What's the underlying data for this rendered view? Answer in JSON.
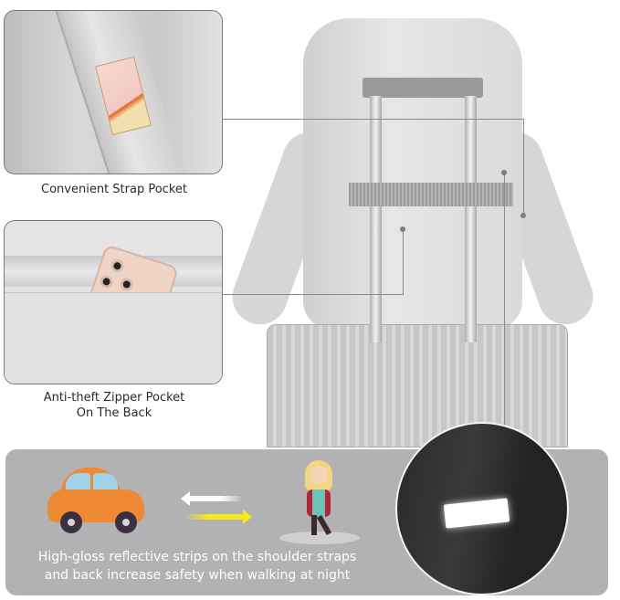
{
  "features": [
    {
      "id": "strap-pocket",
      "caption": "Convenient Strap Pocket"
    },
    {
      "id": "zipper-pocket",
      "caption_line1": "Anti-theft Zipper Pocket",
      "caption_line2": "On The Back"
    }
  ],
  "banner": {
    "text_line1": "High-gloss reflective strips on the shoulder straps",
    "text_line2": "and back increase safety when walking at night",
    "icons": [
      "car-icon",
      "arrow-left-icon",
      "arrow-right-icon",
      "child-walking-icon",
      "reflective-strip-closeup"
    ]
  },
  "colors": {
    "banner_bg": "#b2b2b4",
    "car": "#ef8a34",
    "yellow_arrow": "#f4ec1a",
    "product_gray": "#d6d6d6"
  }
}
